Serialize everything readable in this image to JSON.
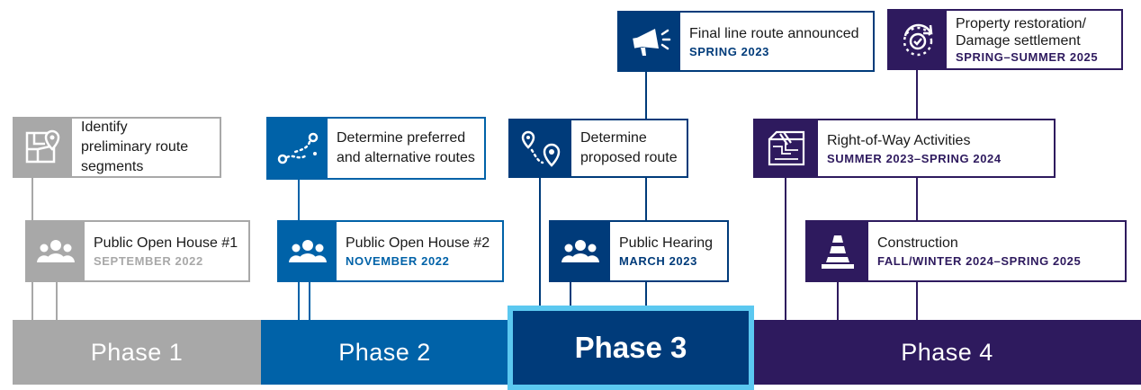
{
  "colors": {
    "phase1": "#a8a8a8",
    "phase2": "#0062a8",
    "phase3": "#003b7a",
    "phase3_border": "#5bc8f0",
    "phase4": "#2e1a5e"
  },
  "phases": [
    {
      "label": "Phase 1"
    },
    {
      "label": "Phase 2"
    },
    {
      "label": "Phase 3"
    },
    {
      "label": "Phase 4"
    }
  ],
  "milestones": {
    "identify": {
      "title": "Identify preliminary route segments",
      "icon": "map-pin-icon"
    },
    "open_house_1": {
      "title": "Public Open House #1",
      "date": "SEPTEMBER 2022",
      "icon": "people-icon"
    },
    "determine_preferred": {
      "title": "Determine preferred and alternative routes",
      "icon": "route-icon"
    },
    "open_house_2": {
      "title": "Public Open House #2",
      "date": "NOVEMBER 2022",
      "icon": "people-icon"
    },
    "determine_proposed": {
      "title": "Determine proposed route",
      "icon": "route-pin-icon"
    },
    "final_route": {
      "title": "Final line route announced",
      "date": "SPRING 2023",
      "icon": "megaphone-icon"
    },
    "public_hearing": {
      "title": "Public Hearing",
      "date": "MARCH 2023",
      "icon": "people-icon"
    },
    "restoration": {
      "title_line1": "Property restoration/",
      "title_line2": "Damage settlement",
      "date": "SPRING–SUMMER 2025",
      "icon": "checkmark-cycle-icon"
    },
    "row": {
      "title": "Right-of-Way Activities",
      "date": "SUMMER 2023–SPRING 2024",
      "icon": "blueprint-icon"
    },
    "construction": {
      "title": "Construction",
      "date": "FALL/WINTER 2024–SPRING 2025",
      "icon": "traffic-cone-icon"
    }
  }
}
